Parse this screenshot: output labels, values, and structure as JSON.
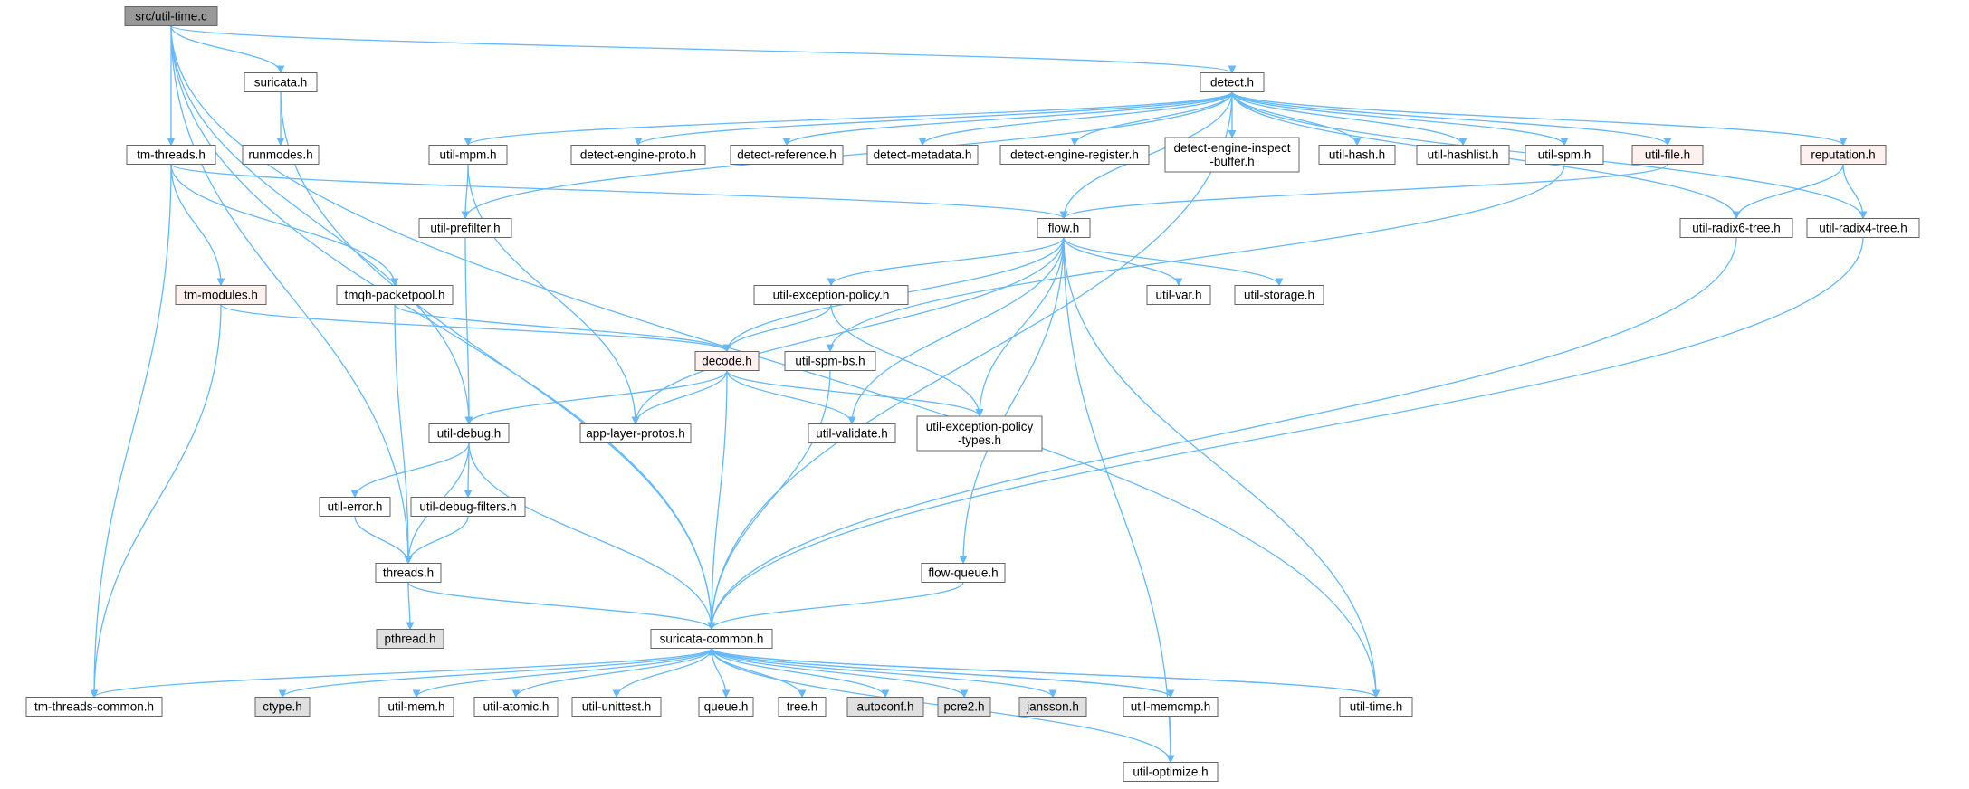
{
  "colors": {
    "edge": "#63b8ff",
    "node_fill": "#ffffff",
    "node_border": "#666666",
    "root_fill": "#999999",
    "external_fill": "#e0e0e0",
    "truncated_border": "#ff0000",
    "truncated_fill": "#fff0f0"
  },
  "nodes": [
    {
      "id": "util_time_c",
      "label": "src/util-time.c",
      "kind": "root"
    },
    {
      "id": "suricata_h",
      "label": "suricata.h",
      "kind": "normal"
    },
    {
      "id": "runmodes_h",
      "label": "runmodes.h",
      "kind": "normal"
    },
    {
      "id": "tm_threads_h",
      "label": "tm-threads.h",
      "kind": "normal"
    },
    {
      "id": "detect_h",
      "label": "detect.h",
      "kind": "normal"
    },
    {
      "id": "util_mpm_h",
      "label": "util-mpm.h",
      "kind": "normal"
    },
    {
      "id": "detect_engine_proto_h",
      "label": "detect-engine-proto.h",
      "kind": "normal"
    },
    {
      "id": "detect_reference_h",
      "label": "detect-reference.h",
      "kind": "normal"
    },
    {
      "id": "detect_metadata_h",
      "label": "detect-metadata.h",
      "kind": "normal"
    },
    {
      "id": "detect_engine_register_h",
      "label": "detect-engine-register.h",
      "kind": "normal"
    },
    {
      "id": "detect_engine_inspect_buffer_h",
      "label": [
        "detect-engine-inspect",
        "-buffer.h"
      ],
      "kind": "normal"
    },
    {
      "id": "util_hash_h",
      "label": "util-hash.h",
      "kind": "normal"
    },
    {
      "id": "util_hashlist_h",
      "label": "util-hashlist.h",
      "kind": "normal"
    },
    {
      "id": "util_spm_h",
      "label": "util-spm.h",
      "kind": "normal"
    },
    {
      "id": "util_file_h",
      "label": "util-file.h",
      "kind": "truncated"
    },
    {
      "id": "reputation_h",
      "label": "reputation.h",
      "kind": "truncated"
    },
    {
      "id": "util_prefilter_h",
      "label": "util-prefilter.h",
      "kind": "normal"
    },
    {
      "id": "flow_h",
      "label": "flow.h",
      "kind": "normal"
    },
    {
      "id": "util_radix6_tree_h",
      "label": "util-radix6-tree.h",
      "kind": "normal"
    },
    {
      "id": "util_radix4_tree_h",
      "label": "util-radix4-tree.h",
      "kind": "normal"
    },
    {
      "id": "tm_modules_h",
      "label": "tm-modules.h",
      "kind": "truncated"
    },
    {
      "id": "tmqh_packetpool_h",
      "label": "tmqh-packetpool.h",
      "kind": "normal"
    },
    {
      "id": "util_exception_policy_h",
      "label": "util-exception-policy.h",
      "kind": "normal"
    },
    {
      "id": "util_var_h",
      "label": "util-var.h",
      "kind": "normal"
    },
    {
      "id": "util_storage_h",
      "label": "util-storage.h",
      "kind": "normal"
    },
    {
      "id": "decode_h",
      "label": "decode.h",
      "kind": "truncated"
    },
    {
      "id": "util_spm_bs_h",
      "label": "util-spm-bs.h",
      "kind": "normal"
    },
    {
      "id": "util_debug_h",
      "label": "util-debug.h",
      "kind": "normal"
    },
    {
      "id": "app_layer_protos_h",
      "label": "app-layer-protos.h",
      "kind": "normal"
    },
    {
      "id": "util_validate_h",
      "label": "util-validate.h",
      "kind": "normal"
    },
    {
      "id": "util_exception_policy_types_h",
      "label": [
        "util-exception-policy",
        "-types.h"
      ],
      "kind": "normal"
    },
    {
      "id": "util_error_h",
      "label": "util-error.h",
      "kind": "normal"
    },
    {
      "id": "util_debug_filters_h",
      "label": "util-debug-filters.h",
      "kind": "normal"
    },
    {
      "id": "threads_h",
      "label": "threads.h",
      "kind": "normal"
    },
    {
      "id": "flow_queue_h",
      "label": "flow-queue.h",
      "kind": "normal"
    },
    {
      "id": "pthread_h",
      "label": "pthread.h",
      "kind": "external"
    },
    {
      "id": "suricata_common_h",
      "label": "suricata-common.h",
      "kind": "normal"
    },
    {
      "id": "tm_threads_common_h",
      "label": "tm-threads-common.h",
      "kind": "normal"
    },
    {
      "id": "ctype_h",
      "label": "ctype.h",
      "kind": "external"
    },
    {
      "id": "util_mem_h",
      "label": "util-mem.h",
      "kind": "normal"
    },
    {
      "id": "util_atomic_h",
      "label": "util-atomic.h",
      "kind": "normal"
    },
    {
      "id": "util_unittest_h",
      "label": "util-unittest.h",
      "kind": "normal"
    },
    {
      "id": "queue_h",
      "label": "queue.h",
      "kind": "normal"
    },
    {
      "id": "tree_h",
      "label": "tree.h",
      "kind": "normal"
    },
    {
      "id": "autoconf_h",
      "label": "autoconf.h",
      "kind": "external"
    },
    {
      "id": "pcre2_h",
      "label": "pcre2.h",
      "kind": "external"
    },
    {
      "id": "jansson_h",
      "label": "jansson.h",
      "kind": "external"
    },
    {
      "id": "util_memcmp_h",
      "label": "util-memcmp.h",
      "kind": "normal"
    },
    {
      "id": "util_time_h",
      "label": "util-time.h",
      "kind": "normal"
    },
    {
      "id": "util_optimize_h",
      "label": "util-optimize.h",
      "kind": "normal"
    }
  ],
  "edges": [
    [
      "util_time_c",
      "suricata_h"
    ],
    [
      "util_time_c",
      "tm_threads_h"
    ],
    [
      "util_time_c",
      "detect_h"
    ],
    [
      "util_time_c",
      "util_debug_h"
    ],
    [
      "util_time_c",
      "threads_h"
    ],
    [
      "util_time_c",
      "suricata_common_h"
    ],
    [
      "util_time_c",
      "util_time_h"
    ],
    [
      "suricata_h",
      "runmodes_h"
    ],
    [
      "suricata_h",
      "suricata_common_h"
    ],
    [
      "tm_threads_h",
      "tm_modules_h"
    ],
    [
      "tm_threads_h",
      "tmqh_packetpool_h"
    ],
    [
      "tm_threads_h",
      "flow_h"
    ],
    [
      "tm_threads_h",
      "tm_threads_common_h"
    ],
    [
      "detect_h",
      "util_mpm_h"
    ],
    [
      "detect_h",
      "detect_engine_proto_h"
    ],
    [
      "detect_h",
      "detect_reference_h"
    ],
    [
      "detect_h",
      "detect_metadata_h"
    ],
    [
      "detect_h",
      "detect_engine_register_h"
    ],
    [
      "detect_h",
      "detect_engine_inspect_buffer_h"
    ],
    [
      "detect_h",
      "util_hash_h"
    ],
    [
      "detect_h",
      "util_hashlist_h"
    ],
    [
      "detect_h",
      "util_spm_h"
    ],
    [
      "detect_h",
      "util_file_h"
    ],
    [
      "detect_h",
      "reputation_h"
    ],
    [
      "detect_h",
      "util_prefilter_h"
    ],
    [
      "detect_h",
      "flow_h"
    ],
    [
      "detect_h",
      "util_radix6_tree_h"
    ],
    [
      "detect_h",
      "util_radix4_tree_h"
    ],
    [
      "detect_h",
      "suricata_common_h"
    ],
    [
      "util_mpm_h",
      "util_prefilter_h"
    ],
    [
      "util_mpm_h",
      "app_layer_protos_h"
    ],
    [
      "util_spm_h",
      "util_spm_bs_h"
    ],
    [
      "util_file_h",
      "flow_h"
    ],
    [
      "reputation_h",
      "util_radix6_tree_h"
    ],
    [
      "reputation_h",
      "util_radix4_tree_h"
    ],
    [
      "util_prefilter_h",
      "util_debug_h"
    ],
    [
      "flow_h",
      "decode_h"
    ],
    [
      "flow_h",
      "util_exception_policy_h"
    ],
    [
      "flow_h",
      "util_var_h"
    ],
    [
      "flow_h",
      "util_storage_h"
    ],
    [
      "flow_h",
      "app_layer_protos_h"
    ],
    [
      "flow_h",
      "util_validate_h"
    ],
    [
      "flow_h",
      "util_exception_policy_types_h"
    ],
    [
      "flow_h",
      "flow_queue_h"
    ],
    [
      "flow_h",
      "util_time_h"
    ],
    [
      "flow_h",
      "util_optimize_h"
    ],
    [
      "util_radix6_tree_h",
      "suricata_common_h"
    ],
    [
      "util_radix4_tree_h",
      "suricata_common_h"
    ],
    [
      "tm_modules_h",
      "decode_h"
    ],
    [
      "tm_modules_h",
      "tm_threads_common_h"
    ],
    [
      "tmqh_packetpool_h",
      "decode_h"
    ],
    [
      "tmqh_packetpool_h",
      "threads_h"
    ],
    [
      "util_exception_policy_h",
      "decode_h"
    ],
    [
      "util_exception_policy_h",
      "util_exception_policy_types_h"
    ],
    [
      "decode_h",
      "util_debug_h"
    ],
    [
      "decode_h",
      "app_layer_protos_h"
    ],
    [
      "decode_h",
      "util_validate_h"
    ],
    [
      "decode_h",
      "util_exception_policy_types_h"
    ],
    [
      "decode_h",
      "suricata_common_h"
    ],
    [
      "util_spm_bs_h",
      "suricata_common_h"
    ],
    [
      "util_debug_h",
      "util_error_h"
    ],
    [
      "util_debug_h",
      "util_debug_filters_h"
    ],
    [
      "util_debug_h",
      "threads_h"
    ],
    [
      "util_debug_h",
      "suricata_common_h"
    ],
    [
      "util_error_h",
      "threads_h"
    ],
    [
      "util_debug_filters_h",
      "threads_h"
    ],
    [
      "threads_h",
      "pthread_h"
    ],
    [
      "threads_h",
      "suricata_common_h"
    ],
    [
      "flow_queue_h",
      "suricata_common_h"
    ],
    [
      "suricata_common_h",
      "tm_threads_common_h"
    ],
    [
      "suricata_common_h",
      "ctype_h"
    ],
    [
      "suricata_common_h",
      "util_mem_h"
    ],
    [
      "suricata_common_h",
      "util_atomic_h"
    ],
    [
      "suricata_common_h",
      "util_unittest_h"
    ],
    [
      "suricata_common_h",
      "queue_h"
    ],
    [
      "suricata_common_h",
      "tree_h"
    ],
    [
      "suricata_common_h",
      "autoconf_h"
    ],
    [
      "suricata_common_h",
      "pcre2_h"
    ],
    [
      "suricata_common_h",
      "jansson_h"
    ],
    [
      "suricata_common_h",
      "util_memcmp_h"
    ],
    [
      "suricata_common_h",
      "util_time_h"
    ],
    [
      "suricata_common_h",
      "util_optimize_h"
    ],
    [
      "util_memcmp_h",
      "util_optimize_h"
    ],
    [
      "util_memcmp_h",
      "suricata_common_h"
    ],
    [
      "util_time_h",
      "suricata_common_h"
    ]
  ]
}
